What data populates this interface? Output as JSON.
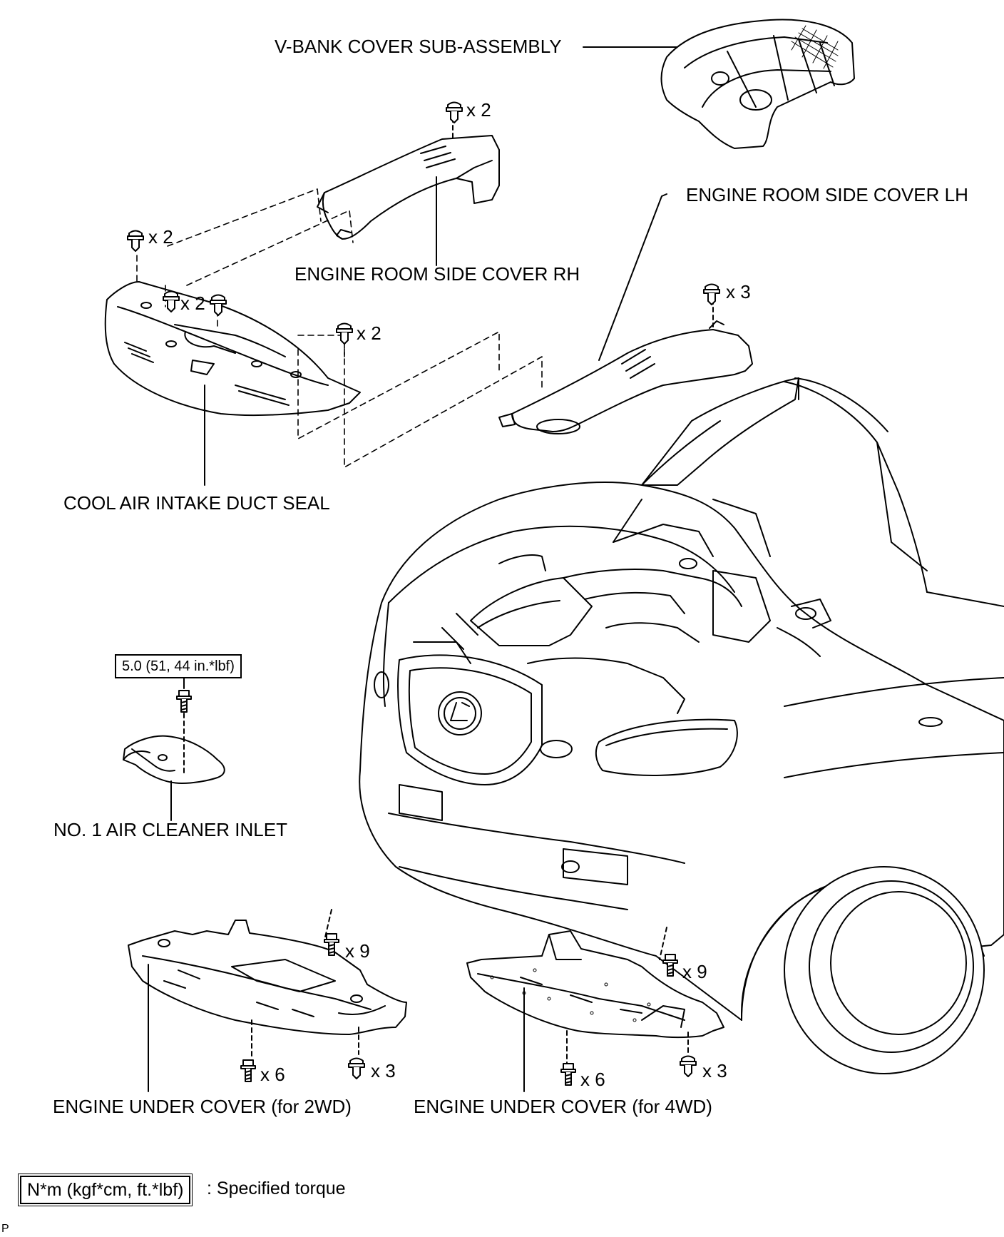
{
  "labels": {
    "vbank_cover": "V-BANK COVER SUB-ASSEMBLY",
    "side_cover_rh": "ENGINE ROOM SIDE COVER RH",
    "side_cover_lh": "ENGINE ROOM SIDE COVER LH",
    "duct_seal": "COOL AIR INTAKE DUCT SEAL",
    "air_cleaner_inlet": "NO. 1 AIR CLEANER INLET",
    "under_cover_2wd": "ENGINE UNDER COVER (for 2WD)",
    "under_cover_4wd": "ENGINE UNDER COVER (for 4WD)"
  },
  "quantities": {
    "rh_clip": "x 2",
    "seal_clip_left": "x 2",
    "seal_clip_mid": "x 2",
    "seal_clip_right": "x 2",
    "lh_clip": "x 3",
    "uc2wd_top": "x 9",
    "uc2wd_bottom_left": "x 6",
    "uc2wd_bottom_right": "x 3",
    "uc4wd_top": "x 9",
    "uc4wd_bottom_left": "x 6",
    "uc4wd_bottom_right": "x 3"
  },
  "torque": {
    "inlet_bolt": "5.0 (51, 44 in.*lbf)"
  },
  "legend": {
    "unit_box": "N*m (kgf*cm, ft.*lbf)",
    "meaning": ": Specified torque"
  },
  "corner_mark": "P"
}
